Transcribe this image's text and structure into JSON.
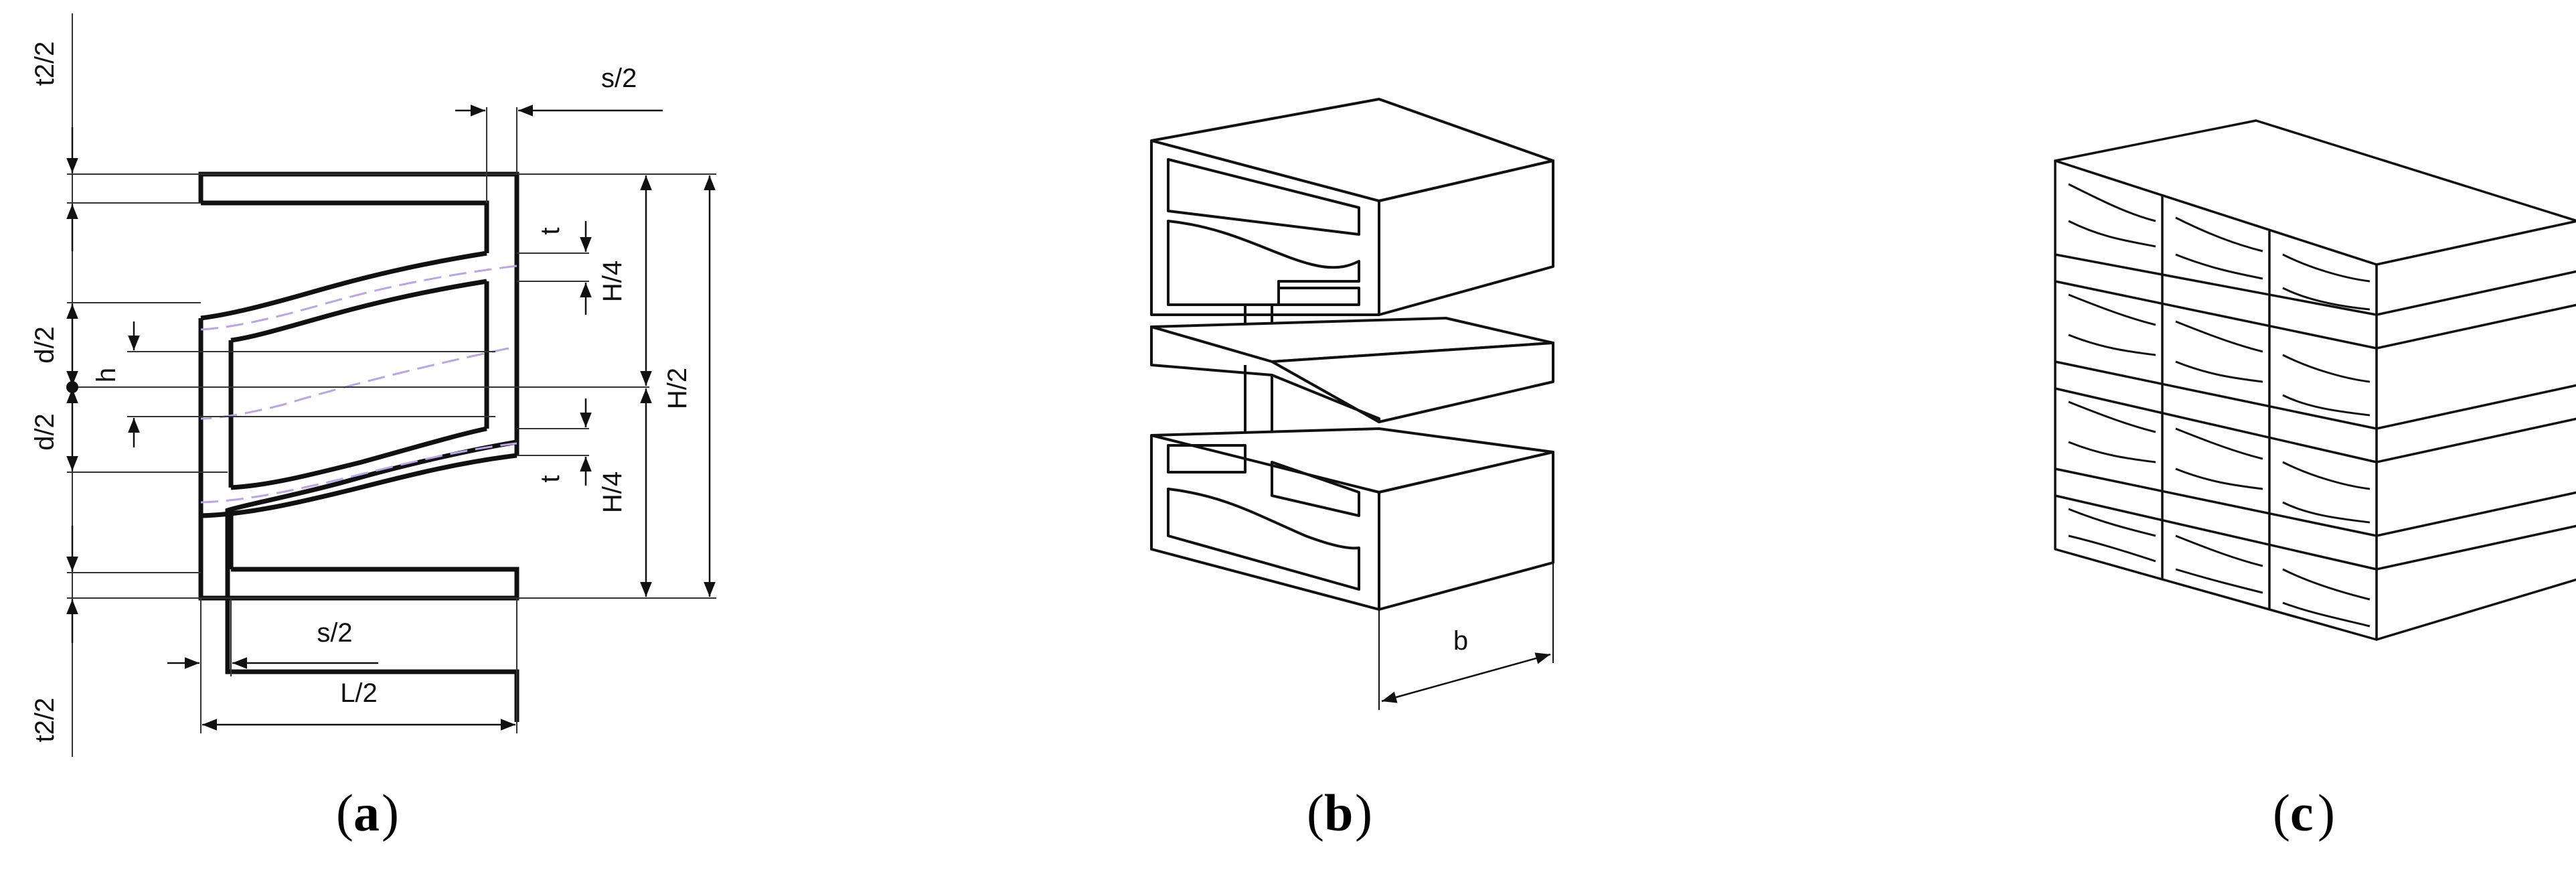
{
  "panels": {
    "a": {
      "caption_letter": "a",
      "labels": {
        "t2_top": "t2/2",
        "s2_top": "s/2",
        "t_upper": "t",
        "H4_upper": "H/4",
        "d2_upper": "d/2",
        "h": "h",
        "d2_lower": "d/2",
        "t_lower": "t",
        "H4_lower": "H/4",
        "H2": "H/2",
        "s2_bottom": "s/2",
        "L2": "L/2",
        "t2_bottom": "t2/2"
      }
    },
    "b": {
      "caption_letter": "b",
      "labels": {
        "b": "b"
      }
    },
    "c": {
      "caption_letter": "c"
    }
  },
  "colors": {
    "line": "#111111",
    "dim_line": "#333333",
    "dashed_curve": "#b9a6e8"
  }
}
